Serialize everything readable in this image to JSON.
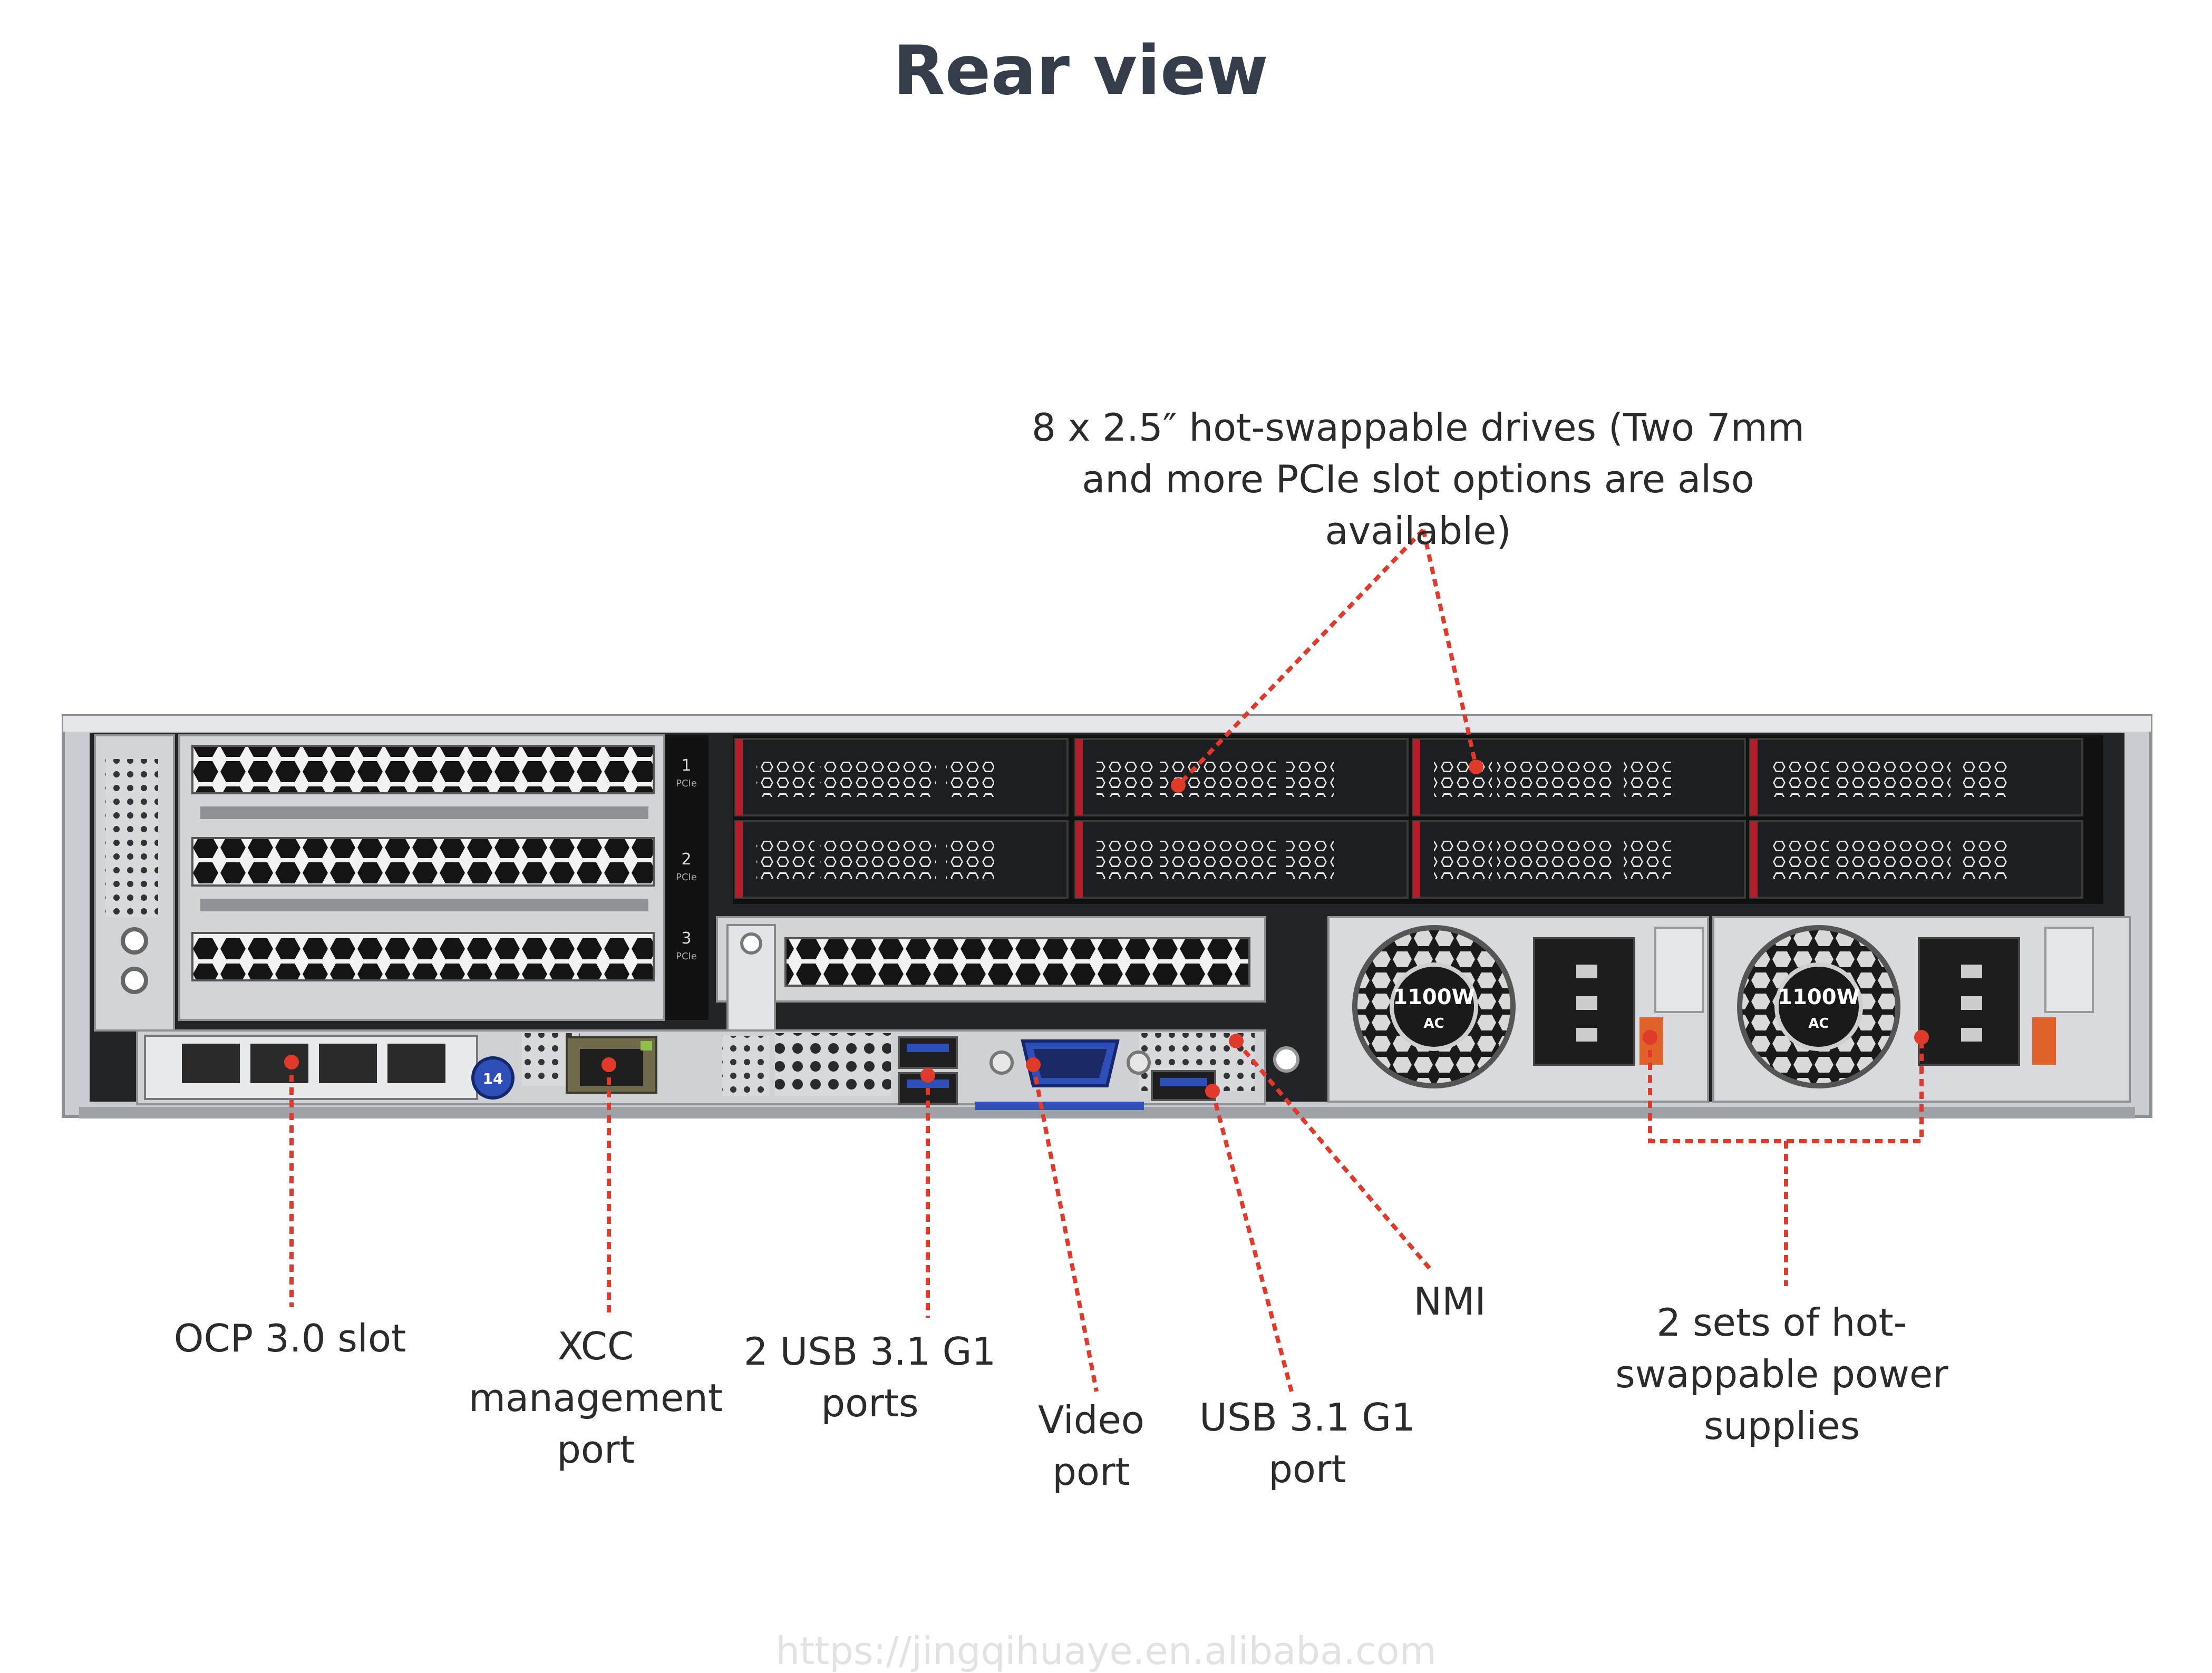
{
  "title": "Rear view",
  "labels": {
    "drives": [
      "8 x 2.5″ hot-swappable drives (Two 7mm",
      "and more PCIe slot options are also",
      "available)"
    ],
    "ocp": [
      "OCP 3.0 slot"
    ],
    "xcc": [
      "XCC",
      "management",
      "port"
    ],
    "usb2": [
      "2 USB 3.1 G1",
      "ports"
    ],
    "video": [
      "Video",
      "port"
    ],
    "usb1": [
      "USB 3.1 G1",
      "port"
    ],
    "nmi": [
      "NMI"
    ],
    "psu": [
      "2 sets of hot-",
      "swappable power",
      "supplies"
    ]
  },
  "server": {
    "pcie_slot_numbers": [
      "1",
      "2",
      "3"
    ],
    "pcie_slot_tag": "PCIe",
    "psu_rating": "1100W",
    "psu_type": "AC",
    "ocp_badge": "14"
  },
  "watermark": "https://jingqihuaye.en.alibaba.com",
  "colors": {
    "leader": "#e03a2a",
    "chassis": "#c9ccd1",
    "dark": "#1d1e21",
    "drive_accent": "#b21e2a",
    "title": "#353c4a",
    "port_blue": "#2e4fb8",
    "psu_latch": "#e0622a"
  }
}
